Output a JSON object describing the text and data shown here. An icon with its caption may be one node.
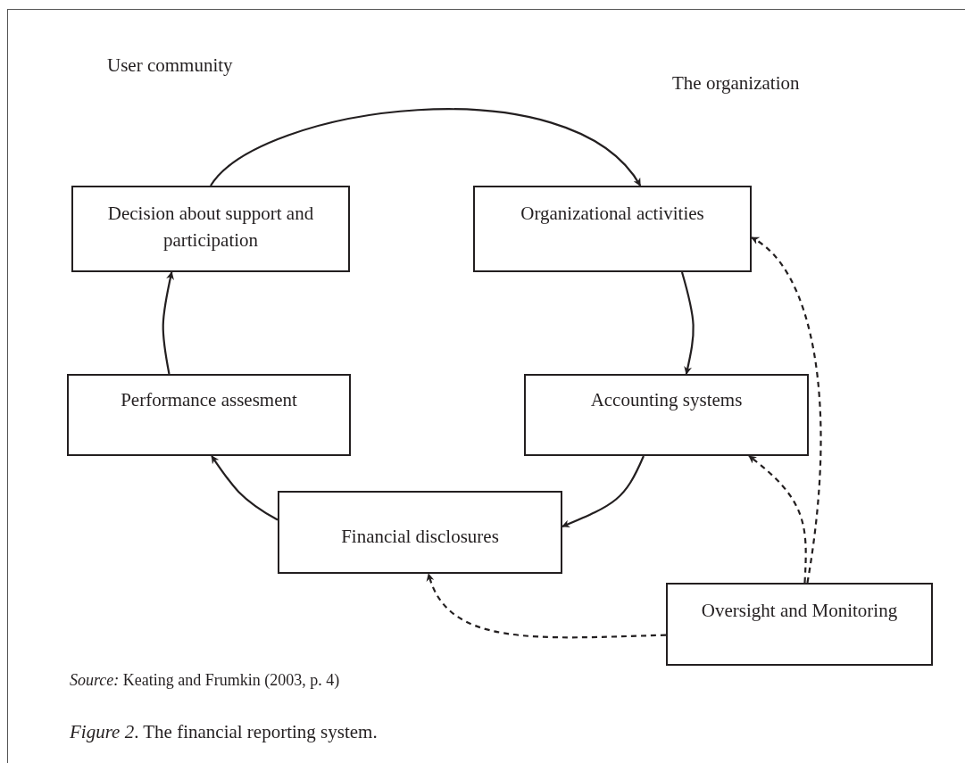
{
  "diagram": {
    "caption": "*Figure 2*. The financial reporting system.",
    "nodes": [
      {
        "text": [
          "Decision about support and participation"
        ]
      },
      {
        "text": [
          "Organizational activities"
        ]
      },
      {
        "text": [
          "Accounting systems"
        ]
      },
      {
        "text": [
          "Financial disclosures"
        ]
      },
      {
        "text": [
          "Performance assesment"
        ]
      },
      {
        "text": [
          "Oversight and Monitoring"
        ]
      }
    ],
    "edges": [
      {
        "from": 0,
        "to": 1,
        "arrow": "to"
      },
      {
        "from": 1,
        "to": 2,
        "arrow": "to"
      },
      {
        "from": 2,
        "to": 3,
        "arrow": "to"
      },
      {
        "from": 3,
        "to": 4,
        "arrow": "to"
      },
      {
        "from": 4,
        "to": 0,
        "arrow": "to"
      },
      {
        "from": 5,
        "to": 3,
        "arrow": "to",
        "style": "dashed"
      },
      {
        "from": 5,
        "to": 2,
        "arrow": "to",
        "style": "dashed"
      },
      {
        "from": 5,
        "to": 1,
        "arrow": "to",
        "style": "dashed"
      }
    ],
    "labels": [
      "User community",
      "The organization",
      "*Source:* Keating and Frumkin (2003, p. 4)"
    ]
  }
}
